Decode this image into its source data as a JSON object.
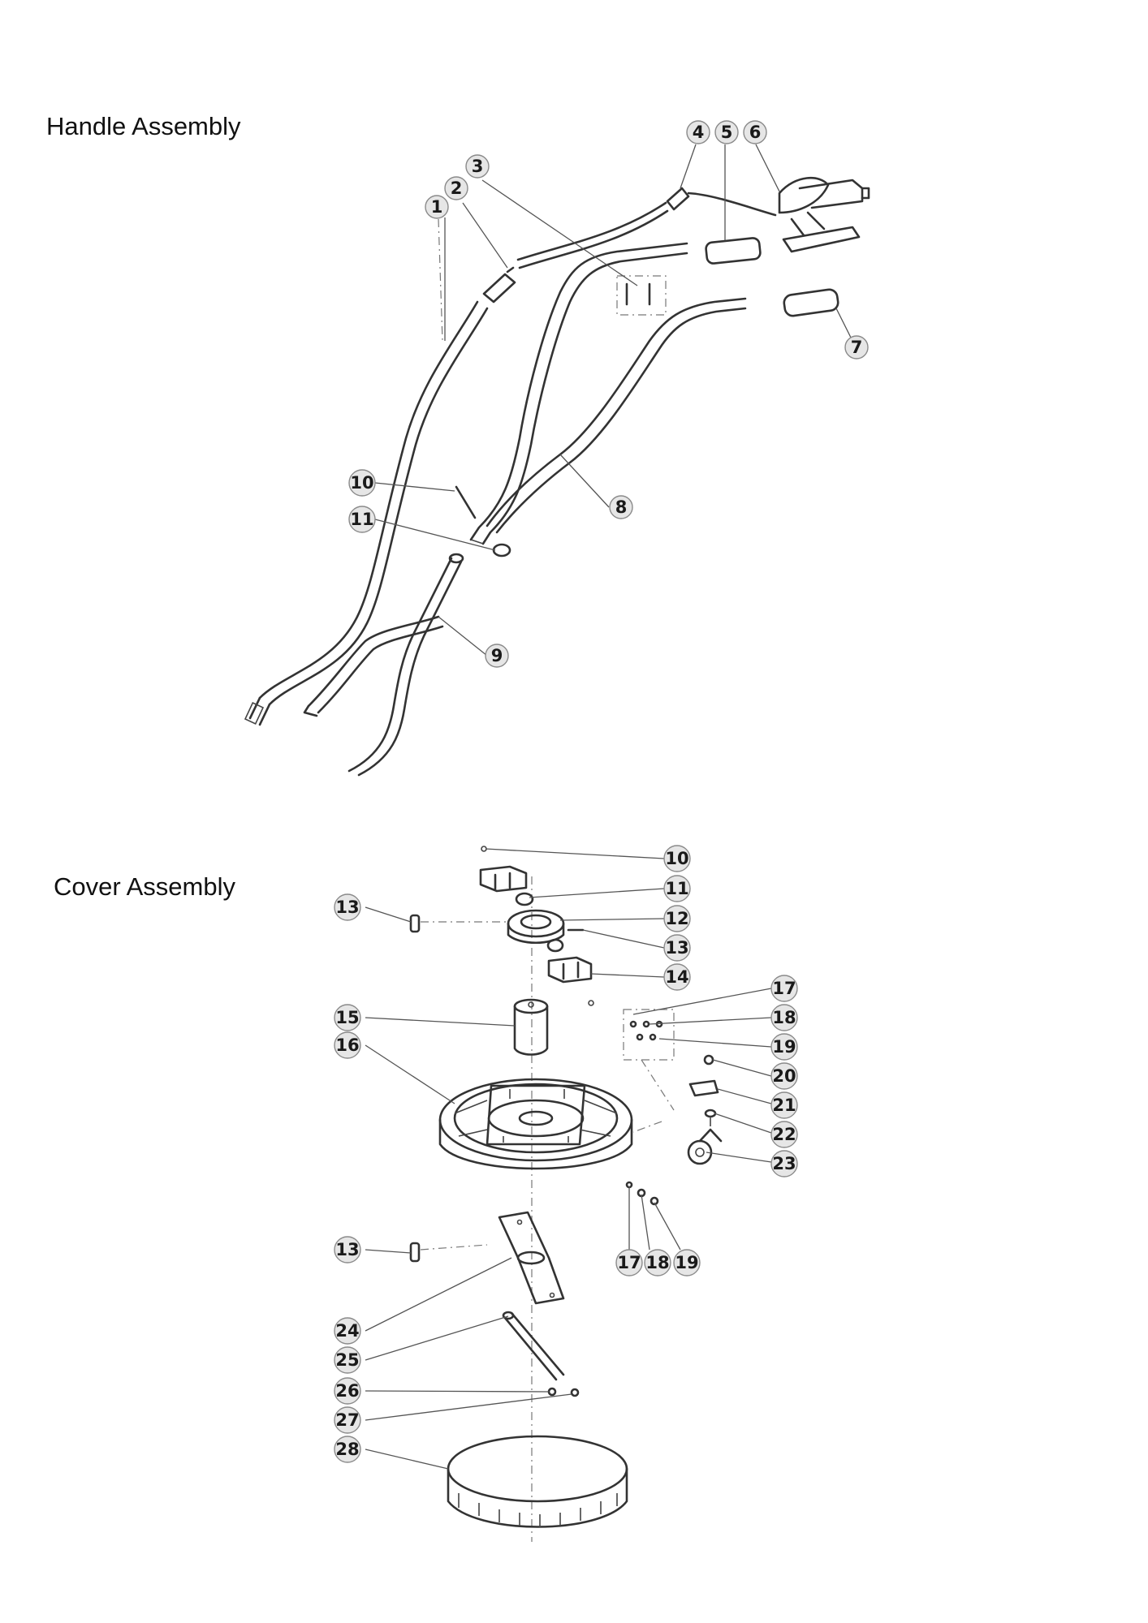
{
  "sections": {
    "handle": {
      "title": "Handle Assembly",
      "callouts": [
        "1",
        "2",
        "3",
        "4",
        "5",
        "6",
        "7",
        "8",
        "9",
        "10",
        "11"
      ]
    },
    "cover": {
      "title": "Cover Assembly",
      "callouts": [
        "10",
        "11",
        "12",
        "13",
        "14",
        "13",
        "15",
        "16",
        "17",
        "18",
        "19",
        "20",
        "21",
        "22",
        "23",
        "17",
        "18",
        "19",
        "13",
        "24",
        "25",
        "26",
        "27",
        "28"
      ]
    }
  }
}
